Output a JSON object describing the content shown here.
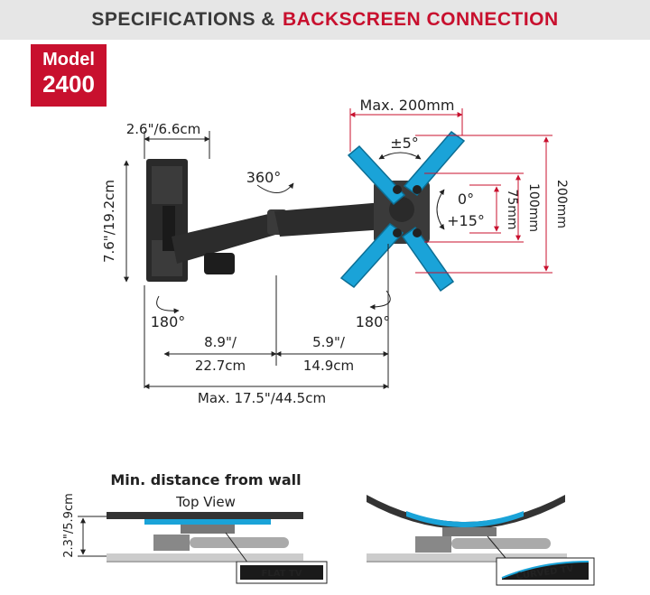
{
  "header": {
    "title_dark": "SPECIFICATIONS &",
    "title_red": "BACKSCREEN CONNECTION"
  },
  "model": {
    "label": "Model",
    "number": "2400"
  },
  "dimensions": {
    "vesa_max_width": "Max. 200mm",
    "tilt_rot": "±5°",
    "swivel_top": "360°",
    "wall_plate_width": "2.6\"/6.6cm",
    "wall_plate_height": "7.6\"/19.2cm",
    "tilt_up": "0°",
    "tilt_down": "+15°",
    "vesa_75": "75mm",
    "vesa_100": "100mm",
    "vesa_200": "200mm",
    "swivel_left": "180°",
    "swivel_right": "180°",
    "arm1_in": "8.9\"/",
    "arm1_cm": "22.7cm",
    "arm2_in": "5.9\"/",
    "arm2_cm": "14.9cm",
    "max_extension": "Max. 17.5\"/44.5cm"
  },
  "wall_distance": {
    "title": "Min. distance from wall",
    "subtitle": "Top View",
    "depth": "2.3\"/5.9cm",
    "flat_label": "FLAT TV",
    "curved_label": "CURVED TV"
  },
  "colors": {
    "accent_red": "#c8102e",
    "bracket_blue": "#1aa3d8",
    "mount_black": "#222222"
  }
}
